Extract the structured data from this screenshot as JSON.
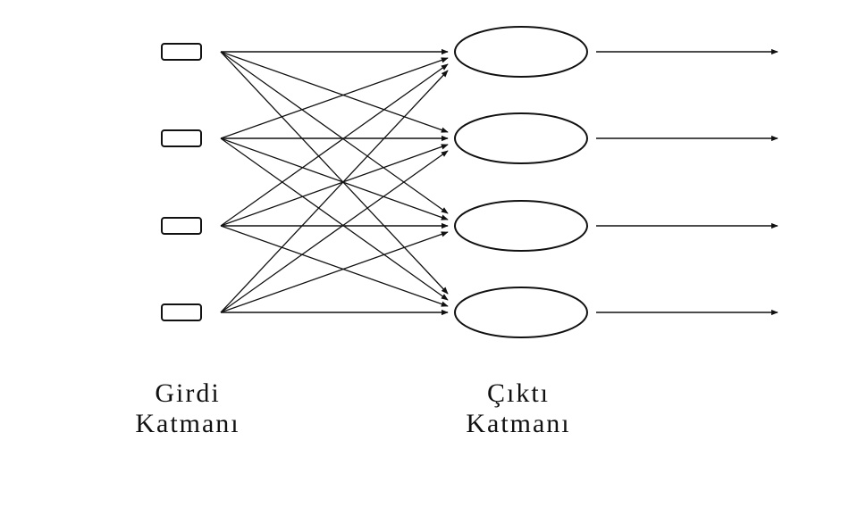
{
  "diagram": {
    "input_layer_label": [
      "Girdi",
      "Katmanı"
    ],
    "output_layer_label": [
      "Çıktı",
      "Katmanı"
    ],
    "input_node_count": 4,
    "output_node_count": 4,
    "connections": "fully-connected",
    "stroke_color": "#111111",
    "background_color": "#ffffff"
  }
}
